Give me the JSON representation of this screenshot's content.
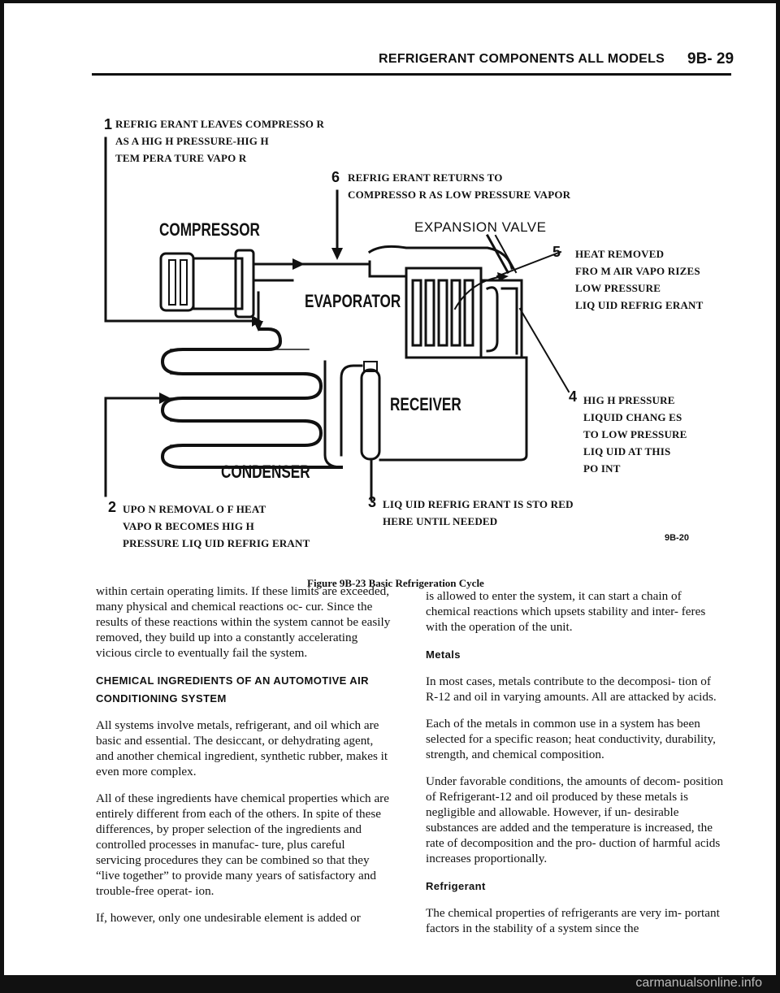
{
  "header": {
    "title": "REFRIGERANT COMPONENTS ALL MODELS",
    "page": "9B- 29"
  },
  "diagram": {
    "callouts": [
      {
        "num": "1",
        "text": "REFRIG ERANT LEAVES COMPRESSO R\nAS A HIG H PRESSURE-HIG H\nTEM PERA TURE VAPO R"
      },
      {
        "num": "6",
        "text": "REFRIG ERANT RETURNS TO\nCOMPRESSO R AS LOW PRESSURE VAPOR"
      },
      {
        "num": "5",
        "text": "HEAT REMOVED\nFRO M AIR VAPO RIZES\nLOW PRESSURE\nLIQ UID REFRIG ERANT"
      },
      {
        "num": "4",
        "text": "HIG H PRESSURE\nLIQUID CHANG ES\nTO LOW PRESSURE\nLIQ UID AT THIS\nPO INT"
      },
      {
        "num": "2",
        "text": "UPO N REMOVAL O F HEAT\nVAPO R BECOMES HIG H\nPRESSURE LIQ UID REFRIG ERANT"
      },
      {
        "num": "3",
        "text": "LIQ UID REFRIG ERANT IS STO RED\nHERE UNTIL NEEDED"
      }
    ],
    "labels": {
      "compressor": "COMPRESSOR",
      "evaporator": "EVAPORATOR",
      "receiver": "RECEIVER",
      "condenser": "CONDENSER",
      "expansion_valve": "EXPANSION VALVE"
    },
    "figure_code": "9B-20"
  },
  "caption": "Figure 9B-23 Basic Refrigeration Cycle",
  "left_column": {
    "p1": "within certain operating limits. If these limits are exceeded, many physical and chemical reactions oc- cur. Since the results of these reactions within the system cannot be easily removed, they build up into a constantly accelerating vicious circle to eventually fail the system.",
    "heading": "CHEMICAL INGREDIENTS OF AN AUTOMOTIVE AIR CONDITIONING SYSTEM",
    "p2": "All systems involve metals, refrigerant, and oil which are basic and essential. The desiccant, or dehydrating agent, and another chemical ingredient, synthetic rubber, makes it even more complex.",
    "p3": "All of these ingredients have chemical properties which are entirely different from each of the others. In spite of these differences, by proper selection of the ingredients and controlled processes in manufac- ture, plus careful servicing procedures they can be combined so that they “live together” to provide many years of satisfactory and trouble-free operat- ion.",
    "p4": "If, however, only one undesirable element is added or"
  },
  "right_column": {
    "p1": "is allowed to enter the system, it can start a chain of chemical reactions which upsets stability and inter- feres with the operation of the unit.",
    "heading_metals": "Metals",
    "p2": "In most cases, metals contribute to the decomposi- tion of R-12 and oil in varying amounts. All are attacked by acids.",
    "p3": "Each of the metals in common use in a system has been selected for a specific reason; heat conductivity, durability, strength, and chemical composition.",
    "p4": "Under favorable conditions, the amounts of decom- position of Refrigerant-12 and oil produced by these metals is negligible and allowable. However, if un- desirable substances are added and the temperature is increased, the rate of decomposition and the pro- duction of harmful acids increases proportionally.",
    "heading_refrigerant": "Refrigerant",
    "p5": "The chemical properties of refrigerants are very im- portant factors in the stability of a system since the"
  },
  "watermark": "carmanualsonline.info"
}
